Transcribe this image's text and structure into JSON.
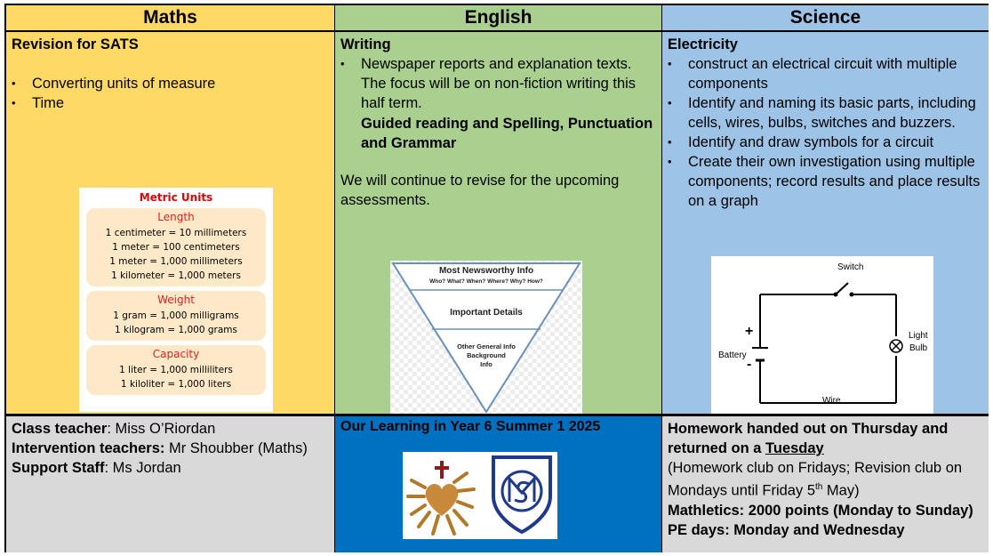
{
  "headers": {
    "maths": "Maths",
    "english": "English",
    "science": "Science"
  },
  "maths": {
    "title": "Revision for SATS",
    "items": [
      "Converting units of measure",
      "Time"
    ],
    "metric": {
      "title": "Metric Units",
      "groups": [
        {
          "heading": "Length",
          "lines": [
            "1 centimeter = 10 millimeters",
            "1 meter = 100 centimeters",
            "1 meter = 1,000 millimeters",
            "1 kilometer = 1,000 meters"
          ]
        },
        {
          "heading": "Weight",
          "lines": [
            "1 gram = 1,000 milligrams",
            "1 kilogram = 1,000 grams"
          ]
        },
        {
          "heading": "Capacity",
          "lines": [
            "1 liter = 1,000 milliliters",
            "1 kiloliter = 1,000 liters"
          ]
        }
      ]
    }
  },
  "english": {
    "title": "Writing",
    "item": "Newspaper reports and explanation texts. The focus will be on non-fiction writing this half term.",
    "item_bold": "Guided reading and Spelling, Punctuation and Grammar",
    "paragraph": "We will continue to revise for the upcoming assessments.",
    "pyramid": {
      "top": "Most Newsworthy Info",
      "top_sub": "Who? What? When? Where? Why? How?",
      "middle": "Important Details",
      "bottom1": "Other General Info",
      "bottom2": "Background",
      "bottom3": "Info"
    }
  },
  "science": {
    "title": "Electricity",
    "items": [
      "construct an electrical circuit with multiple components",
      "Identify and naming its basic parts, including cells, wires, bulbs, switches and buzzers.",
      "Identify and draw symbols for a circuit",
      "Create their own investigation using multiple components; record results and place results on a graph"
    ],
    "circuit": {
      "switch": "Switch",
      "light": "Light",
      "bulb": "Bulb",
      "battery": "Battery",
      "wire": "Wire",
      "plus": "+",
      "minus": "-"
    }
  },
  "staff": {
    "class_teacher_label": "Class teacher",
    "class_teacher": ": Miss O’Riordan",
    "intervention_label": "Intervention teachers:",
    "intervention": " Mr Shoubber (Maths)",
    "support_label": "Support Staff",
    "support": ": Ms Jordan"
  },
  "center": {
    "title": "Our Learning in Year 6 Summer 1 2025"
  },
  "homework": {
    "line1": "Homework handed out on Thursday and returned on a ",
    "line1_u": "Tuesday",
    "club": "(Homework club on Fridays; Revision club on Mondays until Friday 5",
    "club_sup": "th",
    "club_end": " May)",
    "mathletics": "Mathletics: 2000 points (Monday to Sunday)",
    "pe": "PE days: Monday and Wednesday"
  }
}
